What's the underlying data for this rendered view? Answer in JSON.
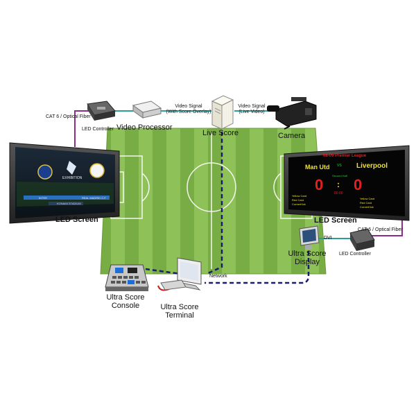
{
  "labels": {
    "cable_left": "CAT 6 / Optical Fiber",
    "led_controller_left": "LED Controller",
    "video_processor": "Video Processor",
    "signal_with_overlay_line1": "Video Signal",
    "signal_with_overlay_line2": "(With Score Overlay)",
    "live_score": "Live Score",
    "signal_live_line1": "Video Signal",
    "signal_live_line2": "(Live Video)",
    "camera": "Camera",
    "led_screen_left": "LED Screen",
    "led_screen_right": "LED Screen",
    "cable_right": "CAT 6 / Optical Fiber",
    "dvi": "DVI",
    "led_controller_right": "LED Controller",
    "ultra_score_display_line1": "Ultra Score",
    "ultra_score_display_line2": "Display",
    "network": "Network",
    "ultra_score_console_line1": "Ultra Score",
    "ultra_score_console_line2": "Console",
    "ultra_score_terminal_line1": "Ultra Score",
    "ultra_score_terminal_line2": "Terminal"
  },
  "left_screen": {
    "exhibition_text": "EXHIBITION",
    "bar_left": "INTER",
    "bar_right": "REAL MADRID C.F.",
    "stadium": "KONAMI STADIUM"
  },
  "scoreboard": {
    "league": "08-09 Premier League",
    "home_team": "Man Utd",
    "away_team": "Liverpool",
    "vs": "VS",
    "half": "Second Half",
    "home_score": "0",
    "away_score": "0",
    "colon": ":",
    "clock": "00:00",
    "home_cards": [
      "Yellow Card",
      "Red Card",
      "CornerKick"
    ],
    "away_cards": [
      "Yellow Card",
      "Red Card",
      "CornerKick"
    ]
  },
  "colors": {
    "grass_light": "#8fc159",
    "grass_dark": "#78ad45",
    "fiber_cable": "#8b2c8b",
    "video_cable": "#2a9d9d",
    "network_cable": "#1a1a6e",
    "score_red": "#e32020",
    "score_yellow": "#f2e22a",
    "score_green": "#2ecc40"
  }
}
